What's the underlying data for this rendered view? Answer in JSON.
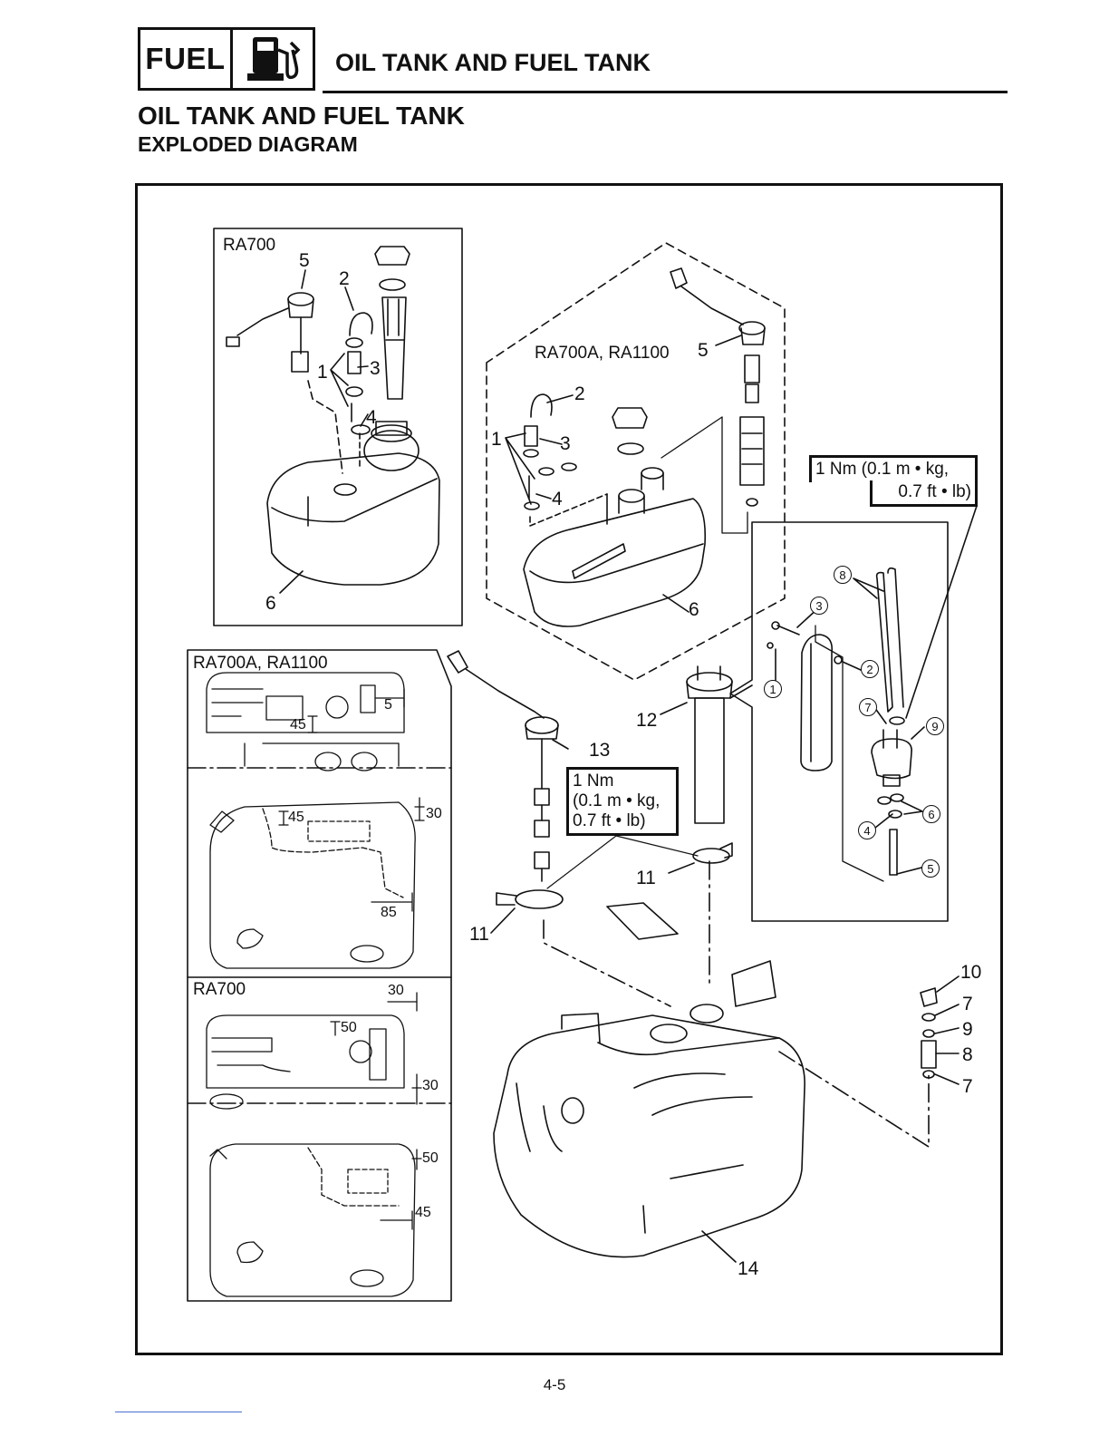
{
  "header": {
    "section_tag": "FUEL",
    "section_icon": "fuel-pump-icon",
    "title": "OIL TANK AND FUEL TANK"
  },
  "heading": {
    "title": "OIL TANK AND FUEL TANK",
    "subtitle": "EXPLODED DIAGRAM"
  },
  "diagram": {
    "panels": {
      "ra700_oil": "RA700",
      "ra700a_oil": "RA700A, RA1100",
      "ra700a_pos": "RA700A, RA1100",
      "ra700_pos": "RA700"
    },
    "torque": {
      "top_l1": "1 Nm (0.1 m • kg,",
      "top_l2": "0.7 ft • lb)",
      "mid_l1": "1 Nm",
      "mid_l2": "(0.1 m • kg,",
      "mid_l3": "0.7 ft • lb)"
    },
    "callouts": {
      "c1": "1",
      "c2": "2",
      "c3": "3",
      "c4": "4",
      "c5": "5",
      "c6": "6",
      "c7": "7",
      "c8": "8",
      "c9": "9",
      "c10": "10",
      "c11": "11",
      "c12": "12",
      "c13": "13",
      "c14": "14"
    },
    "circled": {
      "n1": "1",
      "n2": "2",
      "n3": "3",
      "n4": "4",
      "n5": "5",
      "n6": "6",
      "n7": "7",
      "n8": "8",
      "n9": "9"
    },
    "dimensions": {
      "d5": "5",
      "d45a": "45",
      "d45b": "45",
      "d30a": "30",
      "d85": "85",
      "d30b": "30",
      "d50a": "50",
      "d30c": "30",
      "d50b": "50",
      "d45c": "45"
    }
  },
  "footer": {
    "page_number": "4-5"
  }
}
